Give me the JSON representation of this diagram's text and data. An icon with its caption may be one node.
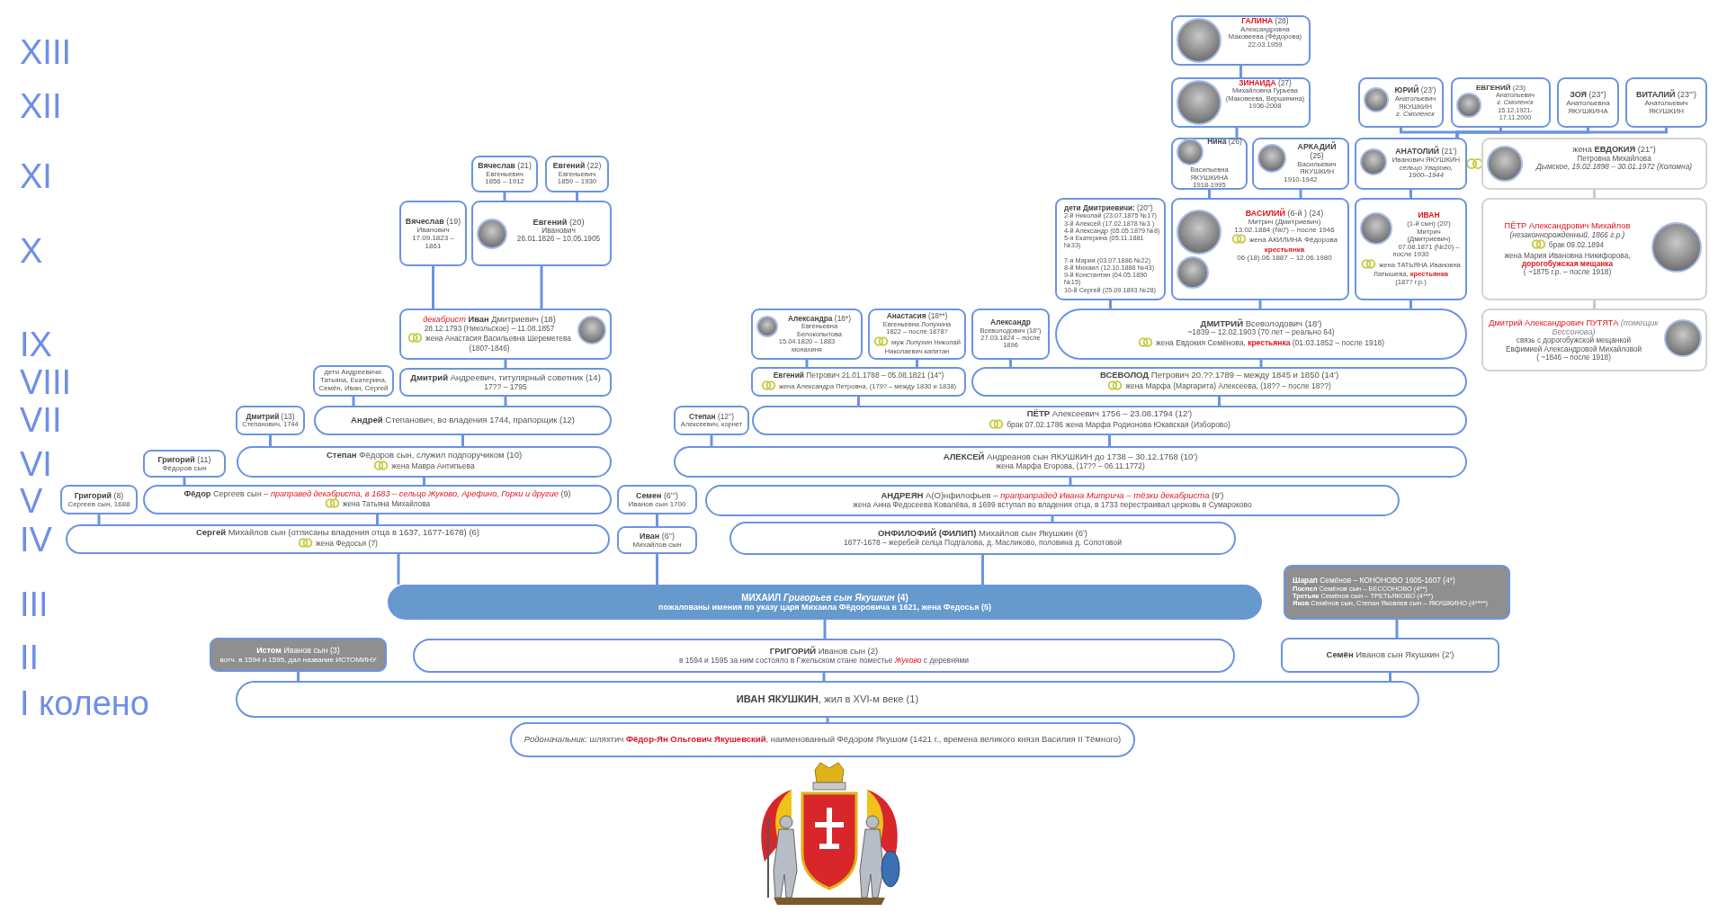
{
  "diagram": {
    "nodes": [
      {
        "text": [
          "*Родоначальник:* шляхтич **Фёдор-Ян Ольгович Якушевский**, наименованный Фёдором Якушом (1421 г., времена великого князя Василия II Тёмного)"
        ]
      },
      {
        "text": [
          "**ИВАН ЯКУШКИН**, жил в XVI-м веке (1)"
        ]
      },
      {
        "text": [
          "**Истом** Иванов сын (3)",
          "вотч. в 1594 и 1595, дал название ИСТОМИНУ"
        ]
      },
      {
        "text": [
          "**ГРИГОРИЙ** Иванов сын (2)",
          "в 1594 и 1595 за ним состояло в Гжельском стане поместье *Жуково* с деревнями"
        ]
      },
      {
        "text": [
          "**Семён** Иванов сын Якушкин (2')"
        ]
      },
      {
        "text": [
          "**МИХАИЛ** *Григорьев сын Якушкин* (4)",
          "пожалованы имения по указу царя Михаила Фёдоровича в **1621**, жена Федосья (5)"
        ]
      },
      {
        "text": [
          "**Шарап** Семёнов – КОНОНОВО 1605-1607 (4*)",
          "**Поспел** Семёнов сын – БЕССОНОВО (4**)",
          "**Третьяк** Семёнов сын – ТРЕТЬЯКОВО (4***)",
          "**Яков** Семёнов сын, Степан Яковлев сын – ЯКУШКИНО (4****)"
        ]
      },
      {
        "text": [
          "**Сергей** Михайлов сын (отписаны владения отца в 1637, 1677-1678) (6)",
          "жена Федосья (7)"
        ]
      },
      {
        "text": [
          "**Иван** (6'')",
          "Михайлов сын"
        ]
      },
      {
        "text": [
          "**ОНФИЛОФИЙ (ФИЛИП)** Михайлов сын Якушкин (6')",
          "1677-1678 – жеребей селца Подгалова, д. Масликово, половина д. Сопотовой"
        ]
      },
      {
        "text": [
          "**Григорий** (8)",
          "Сергеев сын, 1688"
        ]
      },
      {
        "text": [
          "**Фёдор** Сергеев сын – *праправед декабриста, в 1683 – сельцо Жуково, Арефино, Горки и другие* (9)",
          "жена Татьяна Михайлова"
        ]
      },
      {
        "text": [
          "**Семен** (6''')",
          "Иванов сын 1700"
        ]
      },
      {
        "text": [
          "**АНДРЕЯН** А(О)нфилофьев – *прапрапрадед Ивана Митрича – тёзки декабриста* (9')",
          "жена Анна Федосеева Ковалёва, в 1699 вступал во владения отца, в 1733 перестраивал церковь в Сумароково"
        ]
      },
      {
        "text": [
          "**Григорий** (11)",
          "Фёдоров сын"
        ]
      },
      {
        "text": [
          "**Степан** Фёдоров сын, служил подпоручиком (10)",
          "жена Мавра Антипьева"
        ]
      },
      {
        "text": [
          "**АЛЕКСЕЙ** Андреанов сын ЯКУШКИН до 1738 – 30.12.1768 (10')",
          "жена Марфа Егорова, (17?? – 06.11.1772)"
        ]
      },
      {
        "text": [
          "**Дмитрий** (13)",
          "Степанович, 1744"
        ]
      },
      {
        "text": [
          "**Андрей** Степанович, во владения 1744, прапорщик (12)"
        ]
      },
      {
        "text": [
          "**Степан** (12'')",
          "Алексеевич, корнет"
        ]
      },
      {
        "text": [
          "**ПЁТР** Алексеевич 1756 – 23.08.1794 (12')",
          "брак 07.02.1786 жена Марфа Родионова Юкавская (Изборово)"
        ]
      },
      {
        "text": [
          "дети Андреевичи: Татьяна, Екатерина, Семён, Иван, Сергей"
        ]
      },
      {
        "text": [
          "**Дмитрий** Андреевич, титулярный советник (14)",
          "17?? – 1795"
        ]
      },
      {
        "text": [
          "**Евгений** Петрович 21.01.1788 – 05.08.1821 (14'')",
          "жена Александра Петровна, (179? – между 1830 и 1838)"
        ]
      },
      {
        "text": [
          "**ВСЕВОЛОД** Петрович 20.??.1789 – между 1845 и 1850 (14')",
          "жена Марфа (Маргарита) Алексеева, (18?? – после 18??)"
        ]
      },
      {
        "text": [
          "*декабрист* **Иван** Дмитриевич (18)",
          "28.12.1793 (Никольское) – 11.08.1857",
          "жена Анастасия Васильевна Шереметева (1807-1846)"
        ]
      },
      {
        "text": [
          "**Александра** (18*)",
          "Евгеньевна Белокопытова",
          "15.04.1820 – 1883",
          "монахиня"
        ]
      },
      {
        "text": [
          "**Анастасия** (18**)",
          "Евгеньевна Лопухина",
          "1822 – после 1878?",
          "муж Лопухин Николай Николаевич капитан"
        ]
      },
      {
        "text": [
          "**Александр**",
          "Всеволодович (18'')",
          "27.03.1824 – после 1896"
        ]
      },
      {
        "text": [
          "**ДМИТРИЙ** Всеволодович (18')",
          "~1839 – 12.02.1903 (70 лет – реально 64)",
          "жена Евдокия Семёнова, **крестьянка** (01.03.1852 – после 1918)"
        ]
      },
      {
        "text": [
          "**Вячеслав** (19)",
          "Иванович",
          "17.09.1823 – 1861"
        ]
      },
      {
        "text": [
          "**Евгений** (20)",
          "Иванович",
          "26.01.1826 – 10.05.1905"
        ]
      },
      {
        "text": [
          "**дети Дмитриевичи:** (20'')",
          "2-й Николай (23.07.1875 №17)",
          "3-й Алексей (17.02.1878 №3 )",
          "4-й Александр (05.05.1879 №8)",
          "5-я Екатерина (05.11.1881 №33)",
          "7-я Мария (03.07.1886 №22)",
          "8-й Михаил (12.10.1888 №43)",
          "9-й Константин (04.05.1890 №15)",
          "10-й Сергей (25.09.1893 №28)"
        ]
      },
      {
        "text": [
          "**ВАСИЛИЙ** (6-й ) (24)",
          "Митрич (Дмитриевич)",
          "13.02.1884 (№7) – после 1946",
          "жена АКИЛИНА Фёдорова **крестьянка**",
          "06 (18).06.1887 – 12.06.1980"
        ]
      },
      {
        "text": [
          "**ИВАН**",
          "(1-й сын) (20')",
          "Митрич (Дмитриевич)",
          "07.08.1871 (№20) – после 1930",
          "жена ТАТЬЯНА Ивановна Латышева, **крестьянка**",
          "(187? г.р.)"
        ]
      },
      {
        "text": [
          "**Вячеслав** (21)",
          "Евгеньевич",
          "1856 – 1912"
        ]
      },
      {
        "text": [
          "**Евгений** (22)",
          "Евгеньевич",
          "1859 – 1930"
        ]
      },
      {
        "text": [
          "**Нина** (26)",
          "Васильевна ЯКУШКИНА",
          "1918-1995"
        ]
      },
      {
        "text": [
          "**АРКАДИЙ** (25)",
          "Васильевич ЯКУШКИН",
          "1910-1942"
        ]
      },
      {
        "text": [
          "**АНАТОЛИЙ** (21')",
          "Иванович ЯКУШКИН",
          "*сельцо Уварово, 1900–1944*"
        ]
      },
      {
        "text": [
          "жена **ЕВДОКИЯ** (21'')",
          "Петровна Михайлова",
          "*Дымское, 19.02.1898 – 30.01.1972 (Коломна)*"
        ]
      },
      {
        "text": [
          "**ЗИНАИДА** (27)",
          "Михайловна Гурьева (Маковеева, Вершинина)",
          "1936-2008"
        ]
      },
      {
        "text": [
          "**ЮРИЙ** (23')",
          "Анатольевич ЯКУШКИН",
          "*г. Смоленск*"
        ]
      },
      {
        "text": [
          "**ЕВГЕНИЙ** (23)",
          "Анатольевич",
          "*г. Смоленск*",
          "15.12.1921-17.11.2000"
        ]
      },
      {
        "text": [
          "**ЗОЯ** (23'')",
          "Анатольевна ЯКУШКИНА"
        ]
      },
      {
        "text": [
          "**ВИТАЛИЙ** (23''')",
          "Анатольевич ЯКУШКИН"
        ]
      },
      {
        "text": [
          "**ГАЛИНА** (28)",
          "Александровна Маковеева (Фёдорова)",
          "22.03.1959"
        ]
      },
      {
        "text": [
          "ПЁТР Александрович Михайлов",
          "*(незаконнорожденный, 1866 г.р.)*",
          "брак 09.02.1894",
          "жена Мария Ивановна Никифорова, **дорогобужская мещанка**",
          "( ~1875 г.р. – после 1918)"
        ]
      },
      {
        "text": [
          "Дмитрий Александрович ПУТЯТА *(помещик Бессонова)*",
          "связь с дорогобужской мещанкой",
          "Евфимией Александровой Михайловой",
          "( ~1846 – после 1918)"
        ]
      }
    ],
    "edges": [
      {
        "from": 0,
        "to": 1,
        "arrow": "none"
      },
      {
        "from": 1,
        "to": 2,
        "arrow": "none"
      },
      {
        "from": 1,
        "to": 3,
        "arrow": "none"
      },
      {
        "from": 1,
        "to": 4,
        "arrow": "none"
      },
      {
        "from": 3,
        "to": 5,
        "arrow": "none"
      },
      {
        "from": 4,
        "to": 6,
        "arrow": "none"
      },
      {
        "from": 5,
        "to": 7,
        "arrow": "none"
      },
      {
        "from": 5,
        "to": 8,
        "arrow": "none"
      },
      {
        "from": 5,
        "to": 9,
        "arrow": "none"
      },
      {
        "from": 7,
        "to": 10,
        "arrow": "none"
      },
      {
        "from": 7,
        "to": 11,
        "arrow": "none"
      },
      {
        "from": 8,
        "to": 12,
        "arrow": "none"
      },
      {
        "from": 9,
        "to": 13,
        "arrow": "none"
      },
      {
        "from": 11,
        "to": 14,
        "arrow": "none"
      },
      {
        "from": 11,
        "to": 15,
        "arrow": "none"
      },
      {
        "from": 13,
        "to": 16,
        "arrow": "none"
      },
      {
        "from": 15,
        "to": 17,
        "arrow": "none"
      },
      {
        "from": 15,
        "to": 18,
        "arrow": "none"
      },
      {
        "from": 16,
        "to": 19,
        "arrow": "none"
      },
      {
        "from": 16,
        "to": 20,
        "arrow": "none"
      },
      {
        "from": 18,
        "to": 21,
        "arrow": "none"
      },
      {
        "from": 18,
        "to": 22,
        "arrow": "none"
      },
      {
        "from": 20,
        "to": 23,
        "arrow": "none"
      },
      {
        "from": 20,
        "to": 24,
        "arrow": "none"
      },
      {
        "from": 22,
        "to": 25,
        "arrow": "none"
      },
      {
        "from": 23,
        "to": 26,
        "arrow": "none"
      },
      {
        "from": 23,
        "to": 27,
        "arrow": "none"
      },
      {
        "from": 24,
        "to": 28,
        "arrow": "none"
      },
      {
        "from": 24,
        "to": 29,
        "arrow": "none"
      },
      {
        "from": 25,
        "to": 30,
        "arrow": "none"
      },
      {
        "from": 25,
        "to": 31,
        "arrow": "none"
      },
      {
        "from": 29,
        "to": 32,
        "arrow": "none"
      },
      {
        "from": 29,
        "to": 33,
        "arrow": "none"
      },
      {
        "from": 29,
        "to": 34,
        "arrow": "none"
      },
      {
        "from": 31,
        "to": 35,
        "arrow": "none"
      },
      {
        "from": 31,
        "to": 36,
        "arrow": "none"
      },
      {
        "from": 33,
        "to": 37,
        "arrow": "none"
      },
      {
        "from": 33,
        "to": 38,
        "arrow": "none"
      },
      {
        "from": 34,
        "to": 39,
        "arrow": "none"
      },
      {
        "from": 39,
        "to": 42,
        "arrow": "none"
      },
      {
        "from": 39,
        "to": 43,
        "arrow": "none"
      },
      {
        "from": 39,
        "to": 44,
        "arrow": "none"
      },
      {
        "from": 39,
        "to": 45,
        "arrow": "none"
      },
      {
        "from": 37,
        "to": 41,
        "arrow": "none"
      },
      {
        "from": 41,
        "to": 46,
        "arrow": "none"
      },
      {
        "from": 48,
        "to": 47,
        "arrow": "none",
        "color": "#c8c8c8"
      },
      {
        "from": 47,
        "to": 40,
        "arrow": "none",
        "color": "#c8c8c8"
      }
    ],
    "labels": [
      "XIII",
      "XII",
      "XI",
      "X",
      "IX",
      "VIII",
      "VII",
      "VI",
      "V",
      "IV",
      "III",
      "II",
      "I колено"
    ]
  }
}
